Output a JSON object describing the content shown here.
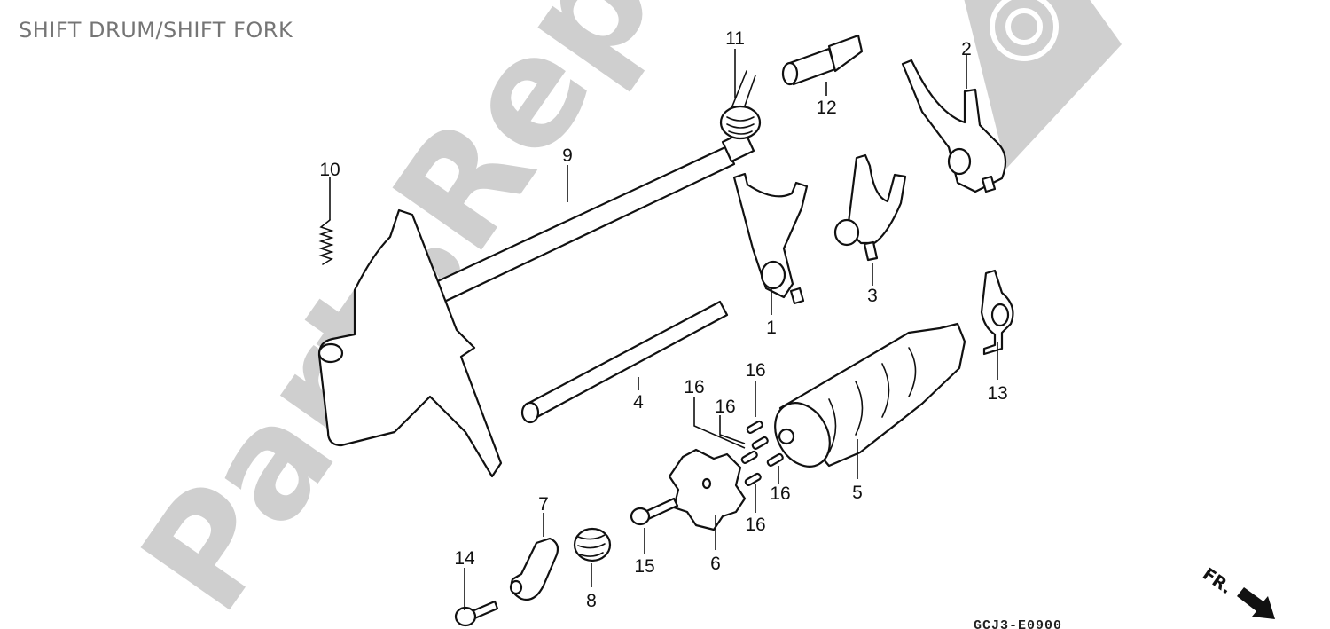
{
  "header": {
    "title": "SHIFT DRUM/SHIFT FORK"
  },
  "diagram": {
    "watermark": "PartsRepublik",
    "document_id": "GCJ3-E0900",
    "direction_label": "FR.",
    "callouts": [
      {
        "id": "c1",
        "label": "1",
        "part": "shift fork 1"
      },
      {
        "id": "c2",
        "label": "2",
        "part": "shift fork 2"
      },
      {
        "id": "c3",
        "label": "3",
        "part": "shift fork 3"
      },
      {
        "id": "c4",
        "label": "4",
        "part": "shift fork shaft"
      },
      {
        "id": "c5",
        "label": "5",
        "part": "shift drum"
      },
      {
        "id": "c6",
        "label": "6",
        "part": "drum center plate"
      },
      {
        "id": "c7",
        "label": "7",
        "part": "stopper arm"
      },
      {
        "id": "c8",
        "label": "8",
        "part": "stopper arm spring"
      },
      {
        "id": "c9",
        "label": "9",
        "part": "gearshift spindle"
      },
      {
        "id": "c10",
        "label": "10",
        "part": "return spring"
      },
      {
        "id": "c11",
        "label": "11",
        "part": "spindle return spring"
      },
      {
        "id": "c12",
        "label": "12",
        "part": "spring pin / stud"
      },
      {
        "id": "c13",
        "label": "13",
        "part": "drum stopper plate"
      },
      {
        "id": "c14",
        "label": "14",
        "part": "bolt"
      },
      {
        "id": "c15",
        "label": "15",
        "part": "bolt"
      },
      {
        "id": "c16a",
        "label": "16",
        "part": "pin"
      },
      {
        "id": "c16b",
        "label": "16",
        "part": "pin"
      },
      {
        "id": "c16c",
        "label": "16",
        "part": "pin"
      },
      {
        "id": "c16d",
        "label": "16",
        "part": "pin"
      },
      {
        "id": "c16e",
        "label": "16",
        "part": "pin"
      }
    ]
  }
}
